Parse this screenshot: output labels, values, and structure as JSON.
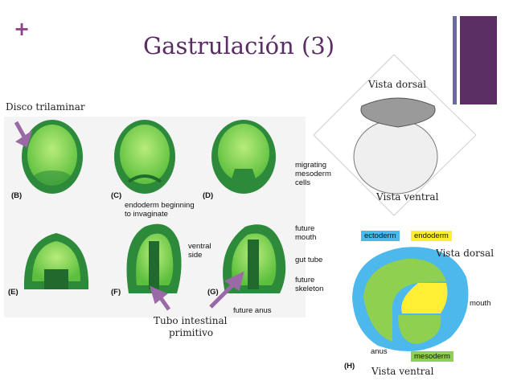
{
  "slide": {
    "title": "Gastrulación (3)",
    "bullet_symbol": "+"
  },
  "labels": {
    "disco_trilaminar": "Disco trilaminar",
    "vista_dorsal_top": "Vista dorsal",
    "vista_ventral_top": "Vista ventral",
    "vista_dorsal_bottom": "Vista dorsal",
    "vista_ventral_bottom": "Vista ventral",
    "tubo_intestinal_1": "Tubo intestinal",
    "tubo_intestinal_2": "primitivo"
  },
  "figure": {
    "panels": [
      "(B)",
      "(C)",
      "(D)",
      "(E)",
      "(F)",
      "(G)",
      "(H)"
    ],
    "annotations": {
      "endoderm_1": "endoderm beginning",
      "endoderm_2": "to invaginate",
      "migrating_1": "migrating",
      "migrating_2": "mesoderm",
      "migrating_3": "cells",
      "ventral_1": "ventral",
      "ventral_2": "side",
      "future_mouth_1": "future",
      "future_mouth_2": "mouth",
      "gut_tube": "gut tube",
      "future_skeleton_1": "future",
      "future_skeleton_2": "skeleton",
      "future_anus": "future anus"
    },
    "diagram_h": {
      "ectoderm": "ectoderm",
      "endoderm": "endoderm",
      "mesoderm": "mesoderm",
      "mouth": "mouth",
      "anus": "anus"
    }
  },
  "colors": {
    "title": "#5a2d63",
    "accent_bar": "#5c2f64",
    "accent_thin": "#6a6aa0",
    "embryo_dark": "#2c8a3a",
    "embryo_light": "#8fd85a",
    "ectoderm": "#4cb8ec",
    "endoderm": "#ffee33",
    "mesoderm": "#8fd050",
    "arrow": "#9a6aa6"
  }
}
